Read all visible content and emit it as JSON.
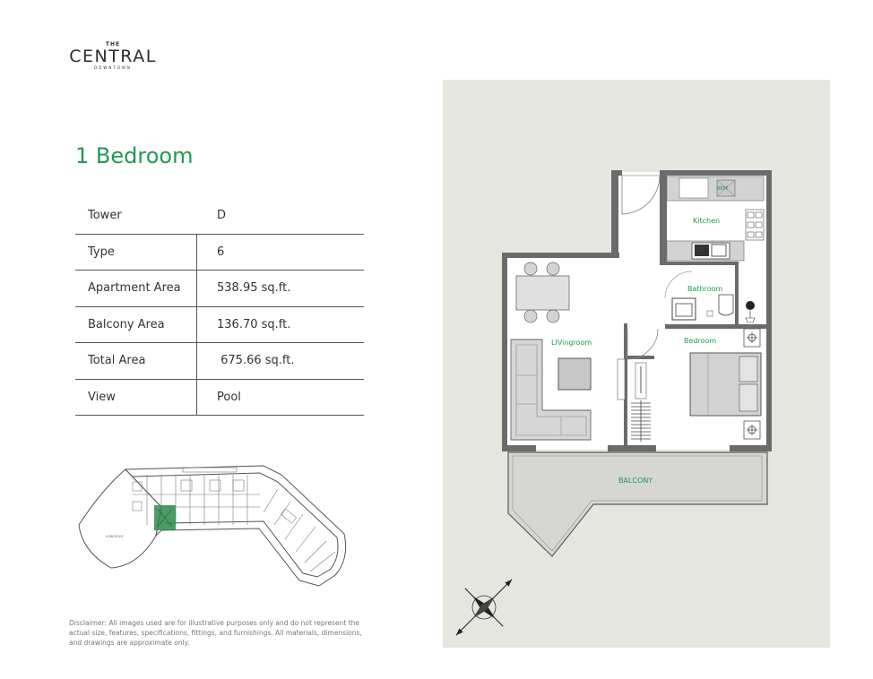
{
  "logo": {
    "the": "THE",
    "central": "CENTRAL",
    "downtown": "DOWNTOWN"
  },
  "title": "1 Bedroom",
  "specs": [
    {
      "label": "Tower",
      "value": "D"
    },
    {
      "label": "Type",
      "value": "6"
    },
    {
      "label": "Apartment Area",
      "value": "538.95 sq.ft."
    },
    {
      "label": "Balcony Area",
      "value": "136.70 sq.ft."
    },
    {
      "label": "Total Area",
      "value": " 675.66 sq.ft."
    },
    {
      "label": "View",
      "value": "Pool"
    }
  ],
  "keyplan": {
    "low_roof_label": "LOW ROOF"
  },
  "disclaimer": "Disclaimer: All images used are for illustrative purposes only and do not represent the actual size, features, specifications, fittings, and furnishings. All materials, dimensions, and drawings are approximate only.",
  "floorplan": {
    "rooms": {
      "wm": "WM",
      "kitchen": "Kitchen",
      "bathroom": "Bathroom",
      "livingroom": "LIVingroom",
      "bedroom": "Bedroom",
      "balcony": "BALCONY"
    }
  },
  "colors": {
    "accent_green": "#1f9a54",
    "wall": "#6b6b6b",
    "panel_bg": "#e6e6e1"
  }
}
